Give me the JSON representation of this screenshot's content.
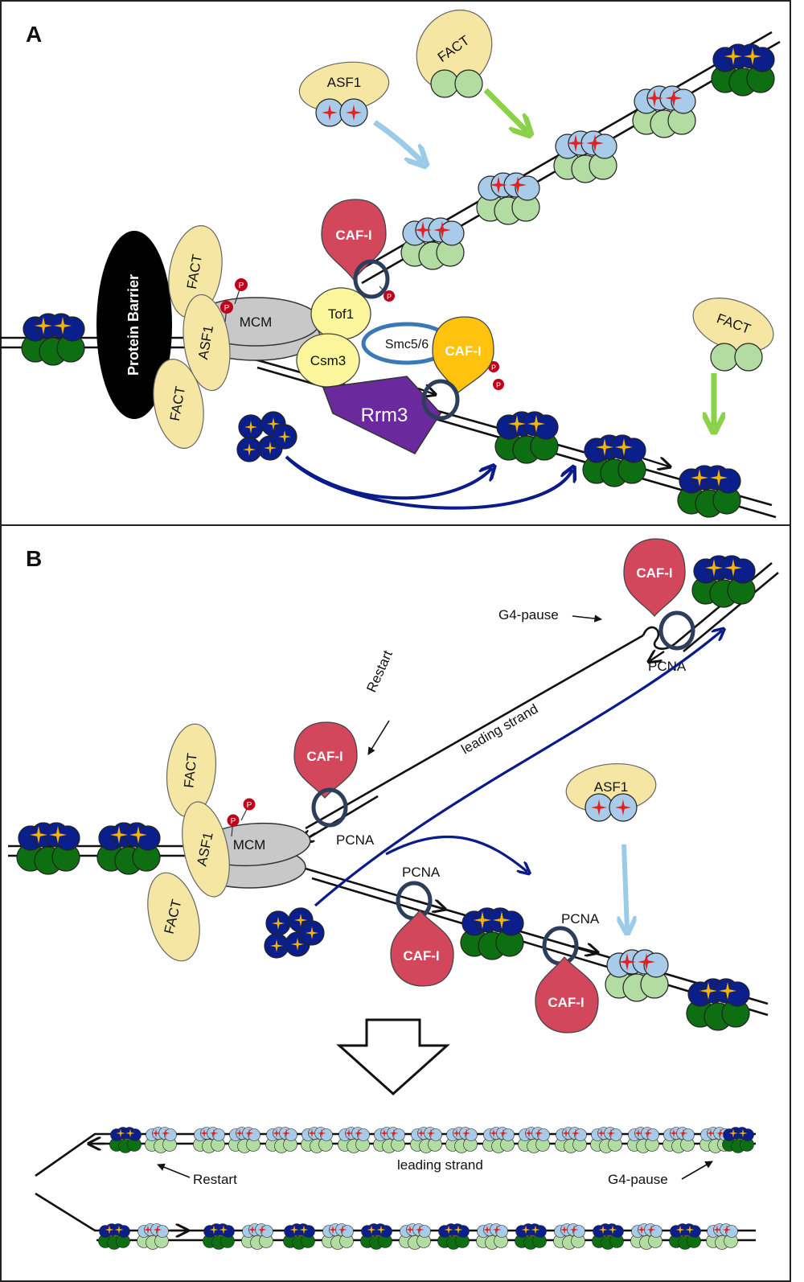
{
  "panels": {
    "a": {
      "letter": "A",
      "labels": {
        "protein_barrier": "Protein Barrier",
        "mcm": "MCM",
        "asf1": "ASF1",
        "fact": "FACT",
        "tof1": "Tof1",
        "csm3": "Csm3",
        "smc": "Smc5/6",
        "rrm3": "Rrm3",
        "cafi": "CAF-I",
        "p": "P"
      }
    },
    "b": {
      "letter": "B",
      "labels": {
        "mcm": "MCM",
        "asf1": "ASF1",
        "fact": "FACT",
        "cafi": "CAF-I",
        "pcna": "PCNA",
        "restart": "Restart",
        "leading_strand": "leading strand",
        "g4_pause": "G4-pause",
        "p": "P"
      }
    },
    "c": {
      "labels": {
        "restart": "Restart",
        "leading_strand": "leading strand",
        "g4_pause": "G4-pause"
      }
    }
  },
  "colors": {
    "old_histone_top": "#0b1f8c",
    "old_histone_bottom": "#0d6e12",
    "new_histone_top": "#a9cbea",
    "new_histone_bottom": "#b3dca2",
    "old_mark": "#f5b400",
    "new_mark": "#e52020",
    "cafi_red": "#d2475b",
    "cafi_yellow": "#ffc20e",
    "chaperone_fill": "#f5e6a3",
    "mcm_gray": "#c8c8c8",
    "tof_csm_yellow": "#fbf59b",
    "rrm3_purple": "#6a2a9e",
    "smc_blue": "#3a78b8",
    "arrow_lightblue": "#9ccbe8",
    "arrow_green": "#8bd14a",
    "arrow_navy": "#0a1b8a",
    "phospho_red": "#c0001a"
  }
}
